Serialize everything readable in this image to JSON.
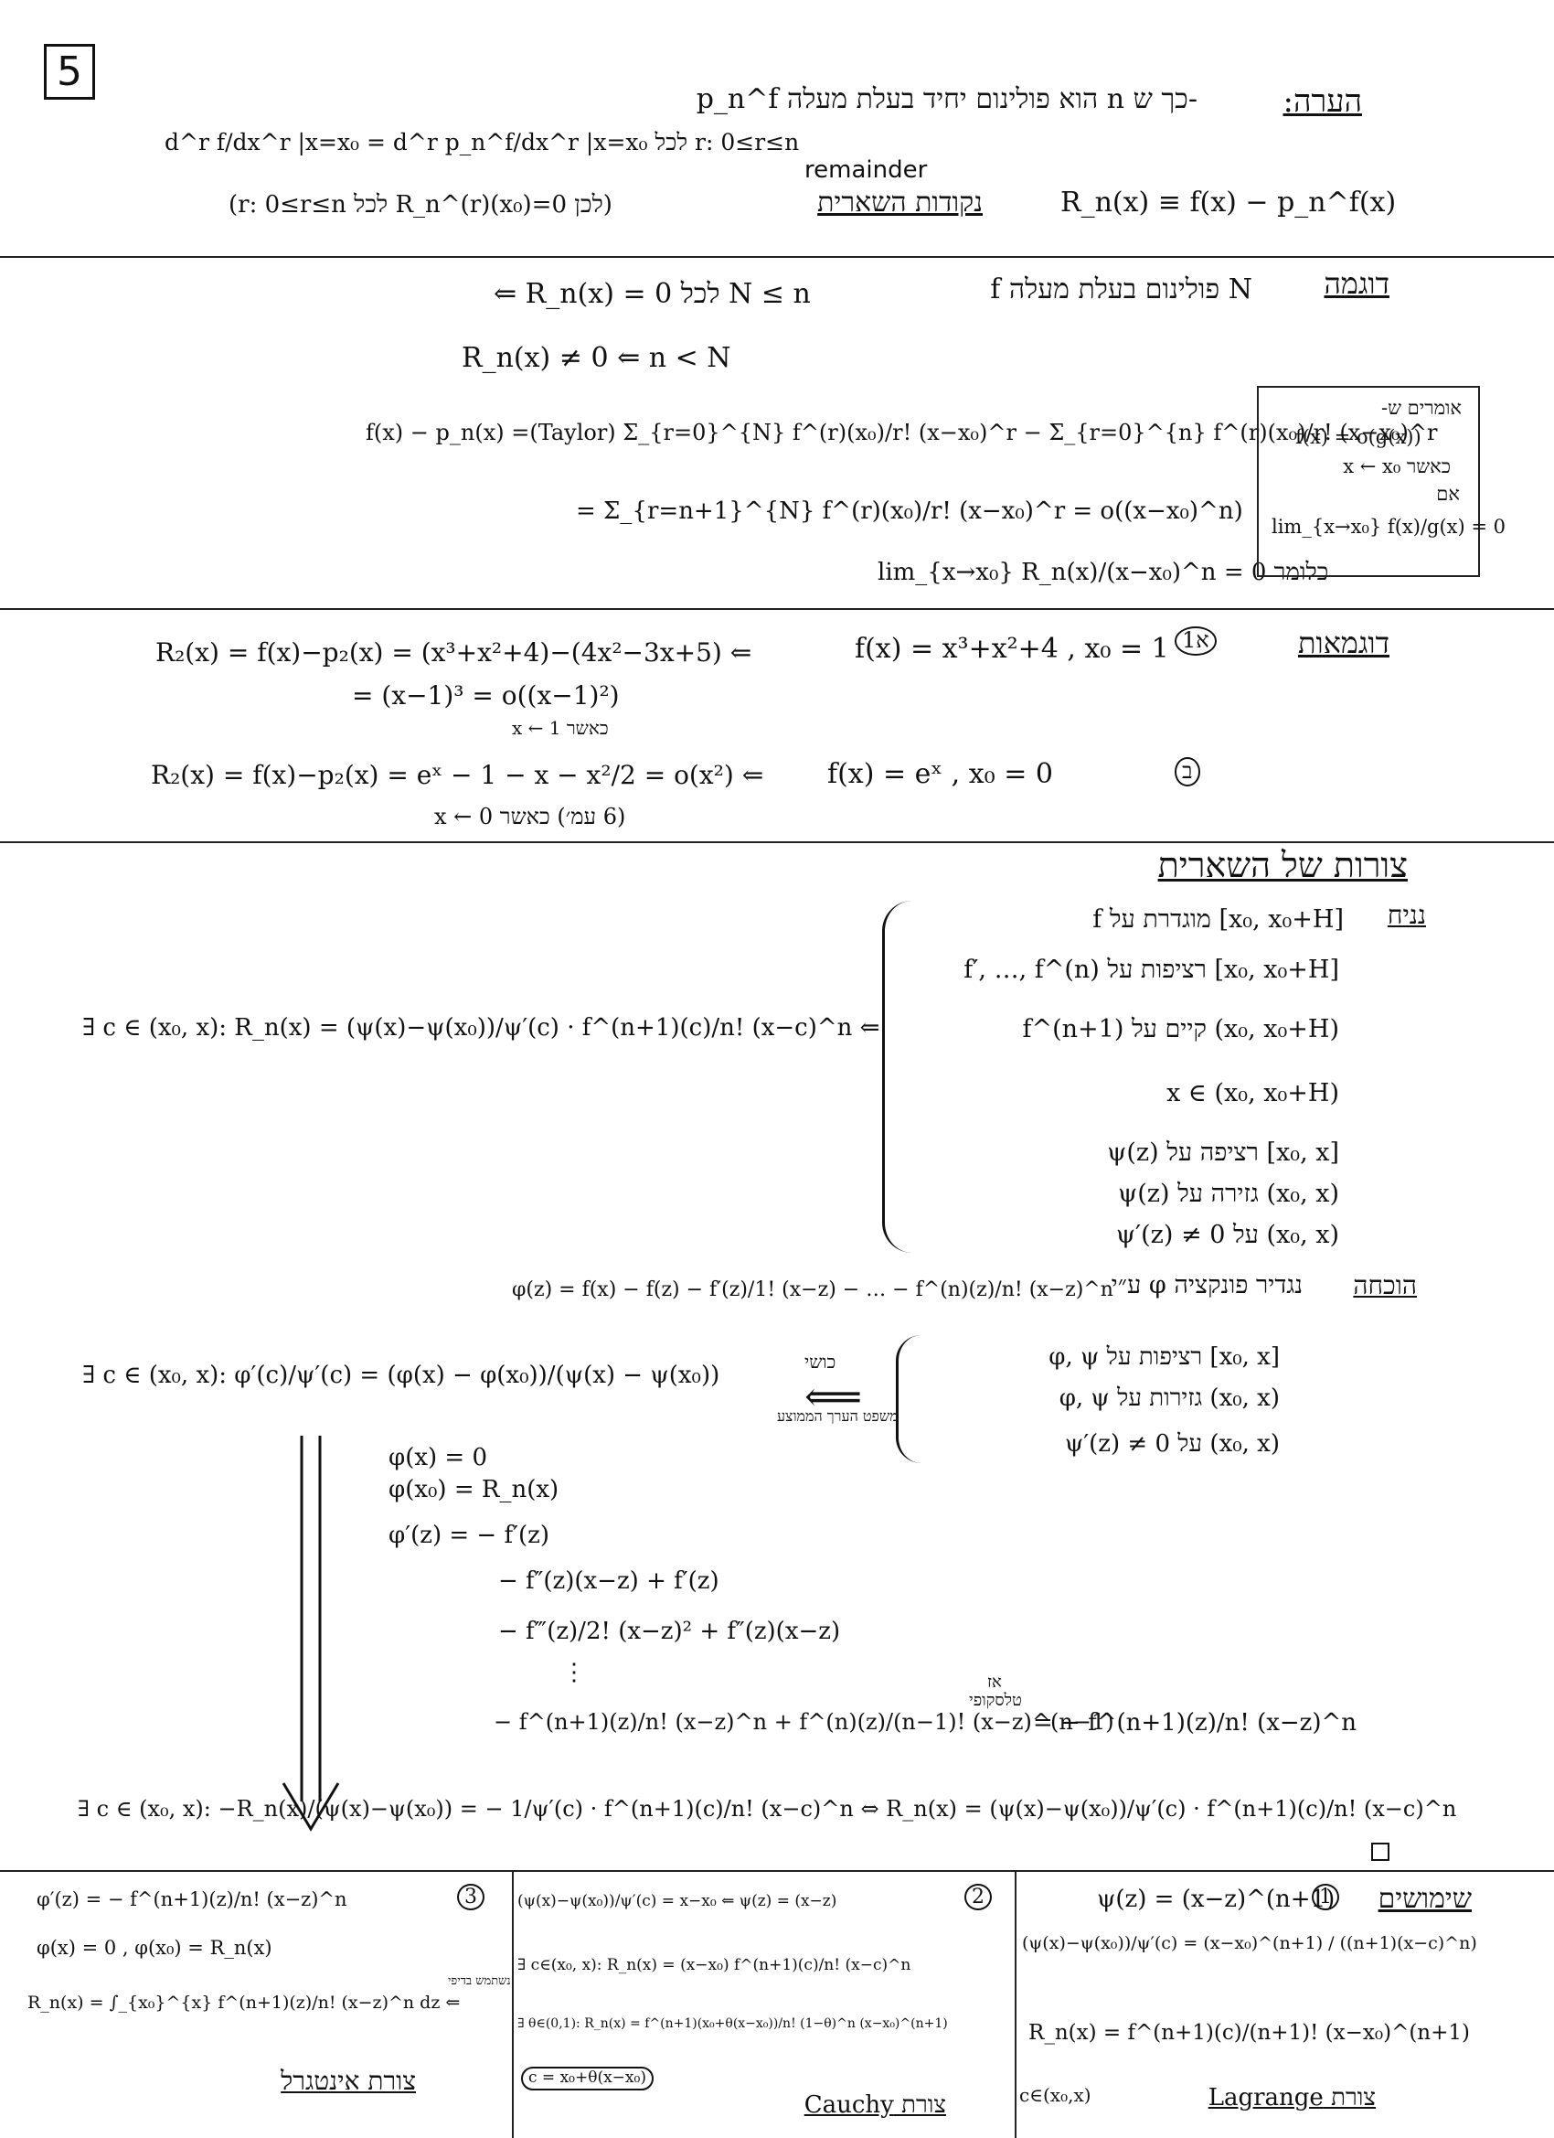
{
  "page_number": "5",
  "section1": {
    "note_title": "הערה:",
    "note_text": "p_n^f הוא פולינום יחיד בעלת מעלה n כך ש-",
    "note_condition": "d^r f/dx^r |x=x₀ = d^r p_n^f/dx^r |x=x₀  לכל r: 0≤r≤n",
    "remainder_word": "remainder",
    "remainder_def": "R_n(x) ≡ f(x) − p_n^f(x)",
    "remainder_label": "נקודות השארית",
    "remainder_cond": "(לכן R_n^(r)(x₀)=0 לכל r: 0≤r≤n)"
  },
  "section2": {
    "title": "דוגמה",
    "line1_he": "f פולינום בעלת מעלה N",
    "line1_math": "⇐  R_n(x) = 0  לכל  N ≤ n",
    "line2_math": "R_n(x) ≠ 0   ⇐   n < N",
    "line3_math": "f(x) − p_n(x) =(Taylor) Σ_{r=0}^{N} f^(r)(x₀)/r! (x−x₀)^r − Σ_{r=0}^{n} f^(r)(x₀)/r! (x−x₀)^r",
    "line4_math": "= Σ_{r=n+1}^{N} f^(r)(x₀)/r! (x−x₀)^r   = o((x−x₀)^n)",
    "line5_math": "כלומר  lim_{x→x₀} R_n(x)/(x−x₀)^n = 0",
    "box_lines": [
      "אומרים ש-",
      "f(x) = o(g(x))",
      "כאשר x ← x₀",
      "אם",
      "lim_{x→x₀} f(x)/g(x) = 0"
    ]
  },
  "section3": {
    "title": "דוגמאות",
    "ex1_label": "1א",
    "ex1_given": "f(x) = x³+x²+4 ,  x₀ = 1",
    "ex1_math": "R₂(x) = f(x)−p₂(x) = (x³+x²+4)−(4x²−3x+5)  ⇐",
    "ex1_math2": "= (x−1)³ = o((x−1)²)",
    "ex1_note": "כאשר x ← 1",
    "ex2_label": "ב",
    "ex2_given": "f(x) = eˣ ,  x₀ = 0",
    "ex2_math": "R₂(x) = f(x)−p₂(x) = eˣ − 1 − x − x²/2 = o(x²)  ⇐",
    "ex2_note": "(6 עמ׳)  כאשר x ← 0"
  },
  "section4": {
    "title": "צורות של השארית",
    "cond_title": "נניח",
    "conditions": [
      "f מוגדרת על [x₀, x₀+H]",
      "f′, …, f^(n) רציפות על [x₀, x₀+H]",
      "f^(n+1) קיים על (x₀, x₀+H)",
      "x ∈ (x₀, x₀+H)",
      "ψ(z) רציפה על [x₀, x]",
      "ψ(z) גזירה על (x₀, x)",
      "ψ′(z) ≠ 0 על (x₀, x)"
    ],
    "result": "∃ c ∈ (x₀, x):  R_n(x) = (ψ(x)−ψ(x₀))/ψ′(c) · f^(n+1)(c)/n! (x−c)^n  ⇐",
    "proof_title": "הוכחה",
    "proof_intro": "נגדיר פונקציה φ ע״י",
    "proof_phi": "φ(z) = f(x) − f(z) − f′(z)/1! (x−z) − … − f^(n)(z)/n! (x−z)^n",
    "cauchy_step": "∃ c ∈ (x₀, x):  φ′(c)/ψ′(c) = (φ(x) − φ(x₀))/(ψ(x) − ψ(x₀))",
    "cauchy_label": "כושי",
    "cauchy_sub": "משפט הערך הממוצע",
    "cauchy_conds": [
      "φ, ψ רציפות על [x₀, x]",
      "φ, ψ גזירות על (x₀, x)",
      "ψ′(z) ≠ 0 על (x₀, x)"
    ],
    "phi_x": "φ(x) = 0",
    "phi_x0": "φ(x₀) = R_n(x)",
    "phi_prime_1": "φ′(z) =   − f′(z)",
    "phi_prime_2": "− f″(z)(x−z) + f′(z)",
    "phi_prime_3": "− f‴(z)/2! (x−z)² + f″(z)(x−z)",
    "phi_prime_dots": "⋮",
    "phi_prime_4": "− f^(n+1)(z)/n! (x−z)^n + f^(n)(z)/(n−1)! (x−z)^(n−1)",
    "telescope": "טלסקופי",
    "telescope_pre": "אז",
    "phi_prime_result": "= − f^(n+1)(z)/n! (x−z)^n",
    "final_step": "∃ c ∈ (x₀, x):  −R_n(x)/(ψ(x)−ψ(x₀)) = − 1/ψ′(c) · f^(n+1)(c)/n! (x−c)^n   ⇔   R_n(x) = (ψ(x)−ψ(x₀))/ψ′(c) · f^(n+1)(c)/n! (x−c)^n"
  },
  "bottom": {
    "col_right_title": "שימושים",
    "col_right_num": "1",
    "col_right_psi": "ψ(z) = (x−z)^(n+1)",
    "col_right_ratio": "(ψ(x)−ψ(x₀))/ψ′(c) = (x−x₀)^(n+1) / ((n+1)(x−c)^n)",
    "col_right_result": "R_n(x) = f^(n+1)(c)/(n+1)! (x−x₀)^(n+1)",
    "col_right_c": "c∈(x₀,x)",
    "col_right_form": "צורת Lagrange",
    "col_mid_num": "2",
    "col_mid_psi": "(ψ(x)−ψ(x₀))/ψ′(c) = x−x₀  ⇐  ψ(z) = (x−z)",
    "col_mid_l2": "∃ c∈(x₀, x):  R_n(x) = (x−x₀) f^(n+1)(c)/n! (x−c)^n",
    "col_mid_l3": "∃ θ∈(0,1):  R_n(x) = f^(n+1)(x₀+θ(x−x₀))/n! (1−θ)^n (x−x₀)^(n+1)",
    "col_mid_c": "c = x₀+θ(x−x₀)",
    "col_mid_form": "צורת Cauchy",
    "col_left_num": "3",
    "col_left_l1": "φ′(z) = − f^(n+1)(z)/n! (x−z)^n",
    "col_left_l2": "φ(x) = 0   ,  φ(x₀) = R_n(x)",
    "col_left_l3": "R_n(x) = ∫_{x₀}^{x} f^(n+1)(z)/n! (x−z)^n dz  ⇐",
    "col_left_note": "נשתמש בדיפי",
    "col_left_form": "צורת אינטגרל"
  }
}
